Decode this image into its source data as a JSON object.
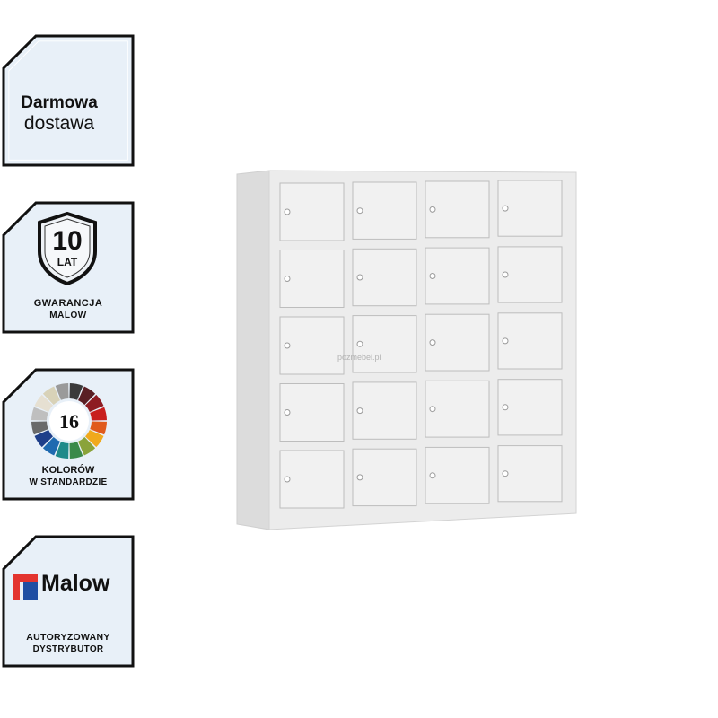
{
  "badges": [
    {
      "name": "free-shipping",
      "line1": "Darmowa",
      "line2": "dostawa",
      "bg": "#e8f0f8"
    },
    {
      "name": "warranty",
      "years": "10",
      "unit": "LAT",
      "line1": "GWARANCJA",
      "line2": "MALOW",
      "bg": "#e8f0f8"
    },
    {
      "name": "colors",
      "count": "16",
      "line1": "KOLORÓW",
      "line2": "W STANDARDZIE",
      "bg": "#e8f0f8"
    },
    {
      "name": "distributor",
      "brand": "Malow",
      "line1": "AUTORYZOWANY",
      "line2": "DYSTRYBUTOR",
      "bg": "#e8f0f8"
    }
  ],
  "product": {
    "rows": 5,
    "columns": 4,
    "body_color": "#eaeaea",
    "door_color": "#f1f1f1",
    "watermark": "pozmebel.pl"
  },
  "colors": {
    "frame": "#111111",
    "logo_red": "#e3342f",
    "logo_blue": "#1f4ea3"
  }
}
